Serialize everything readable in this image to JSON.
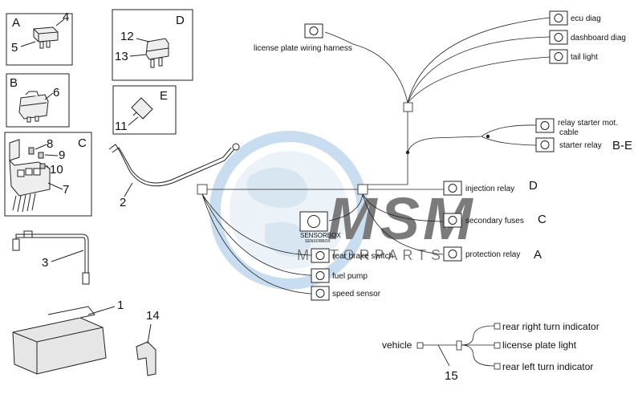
{
  "watermark": {
    "brand": "MSM",
    "tagline": "MOTORPARTS",
    "color": "#b9d3e8"
  },
  "parts": {
    "p1": "1",
    "p2": "2",
    "p3": "3",
    "p4": "4",
    "p5": "5",
    "p6": "6",
    "p7": "7",
    "p8": "8",
    "p9": "9",
    "p10": "10",
    "p11": "11",
    "p12": "12",
    "p13": "13",
    "p14": "14",
    "p15": "15"
  },
  "boxes": {
    "a": "A",
    "b": "B",
    "c": "C",
    "d": "D",
    "e": "E"
  },
  "connectors": {
    "license_plate_harness": "license plate wiring harness",
    "ecu_diag": "ecu diag",
    "dashboard_diag": "dashboard diag",
    "tail_light": "tail light",
    "relay_starter_mot": "relay starter mot.",
    "relay_starter_mot_2": "cable",
    "starter_relay": "starter relay",
    "starter_relay_ref": "B-E",
    "injection_relay": "injection relay",
    "injection_relay_ref": "D",
    "sensorbox": "SENSORBOX",
    "sensorbox_small": "SENSORBOX",
    "secondary_fuses": "secondary fuses",
    "secondary_fuses_ref": "C",
    "rear_brake_switch": "rear brake switch",
    "protection_relay": "protection relay",
    "protection_relay_ref": "A",
    "fuel_pump": "fuel pump",
    "speed_sensor": "speed sensor"
  },
  "turn_harness": {
    "vehicle": "vehicle",
    "rear_right": "rear right turn indicator",
    "license_light": "license plate light",
    "rear_left": "rear left turn indicator"
  },
  "colors": {
    "line": "#222222",
    "connector_fill": "#dddddd",
    "watermark_blue": "#b9d3e8"
  }
}
